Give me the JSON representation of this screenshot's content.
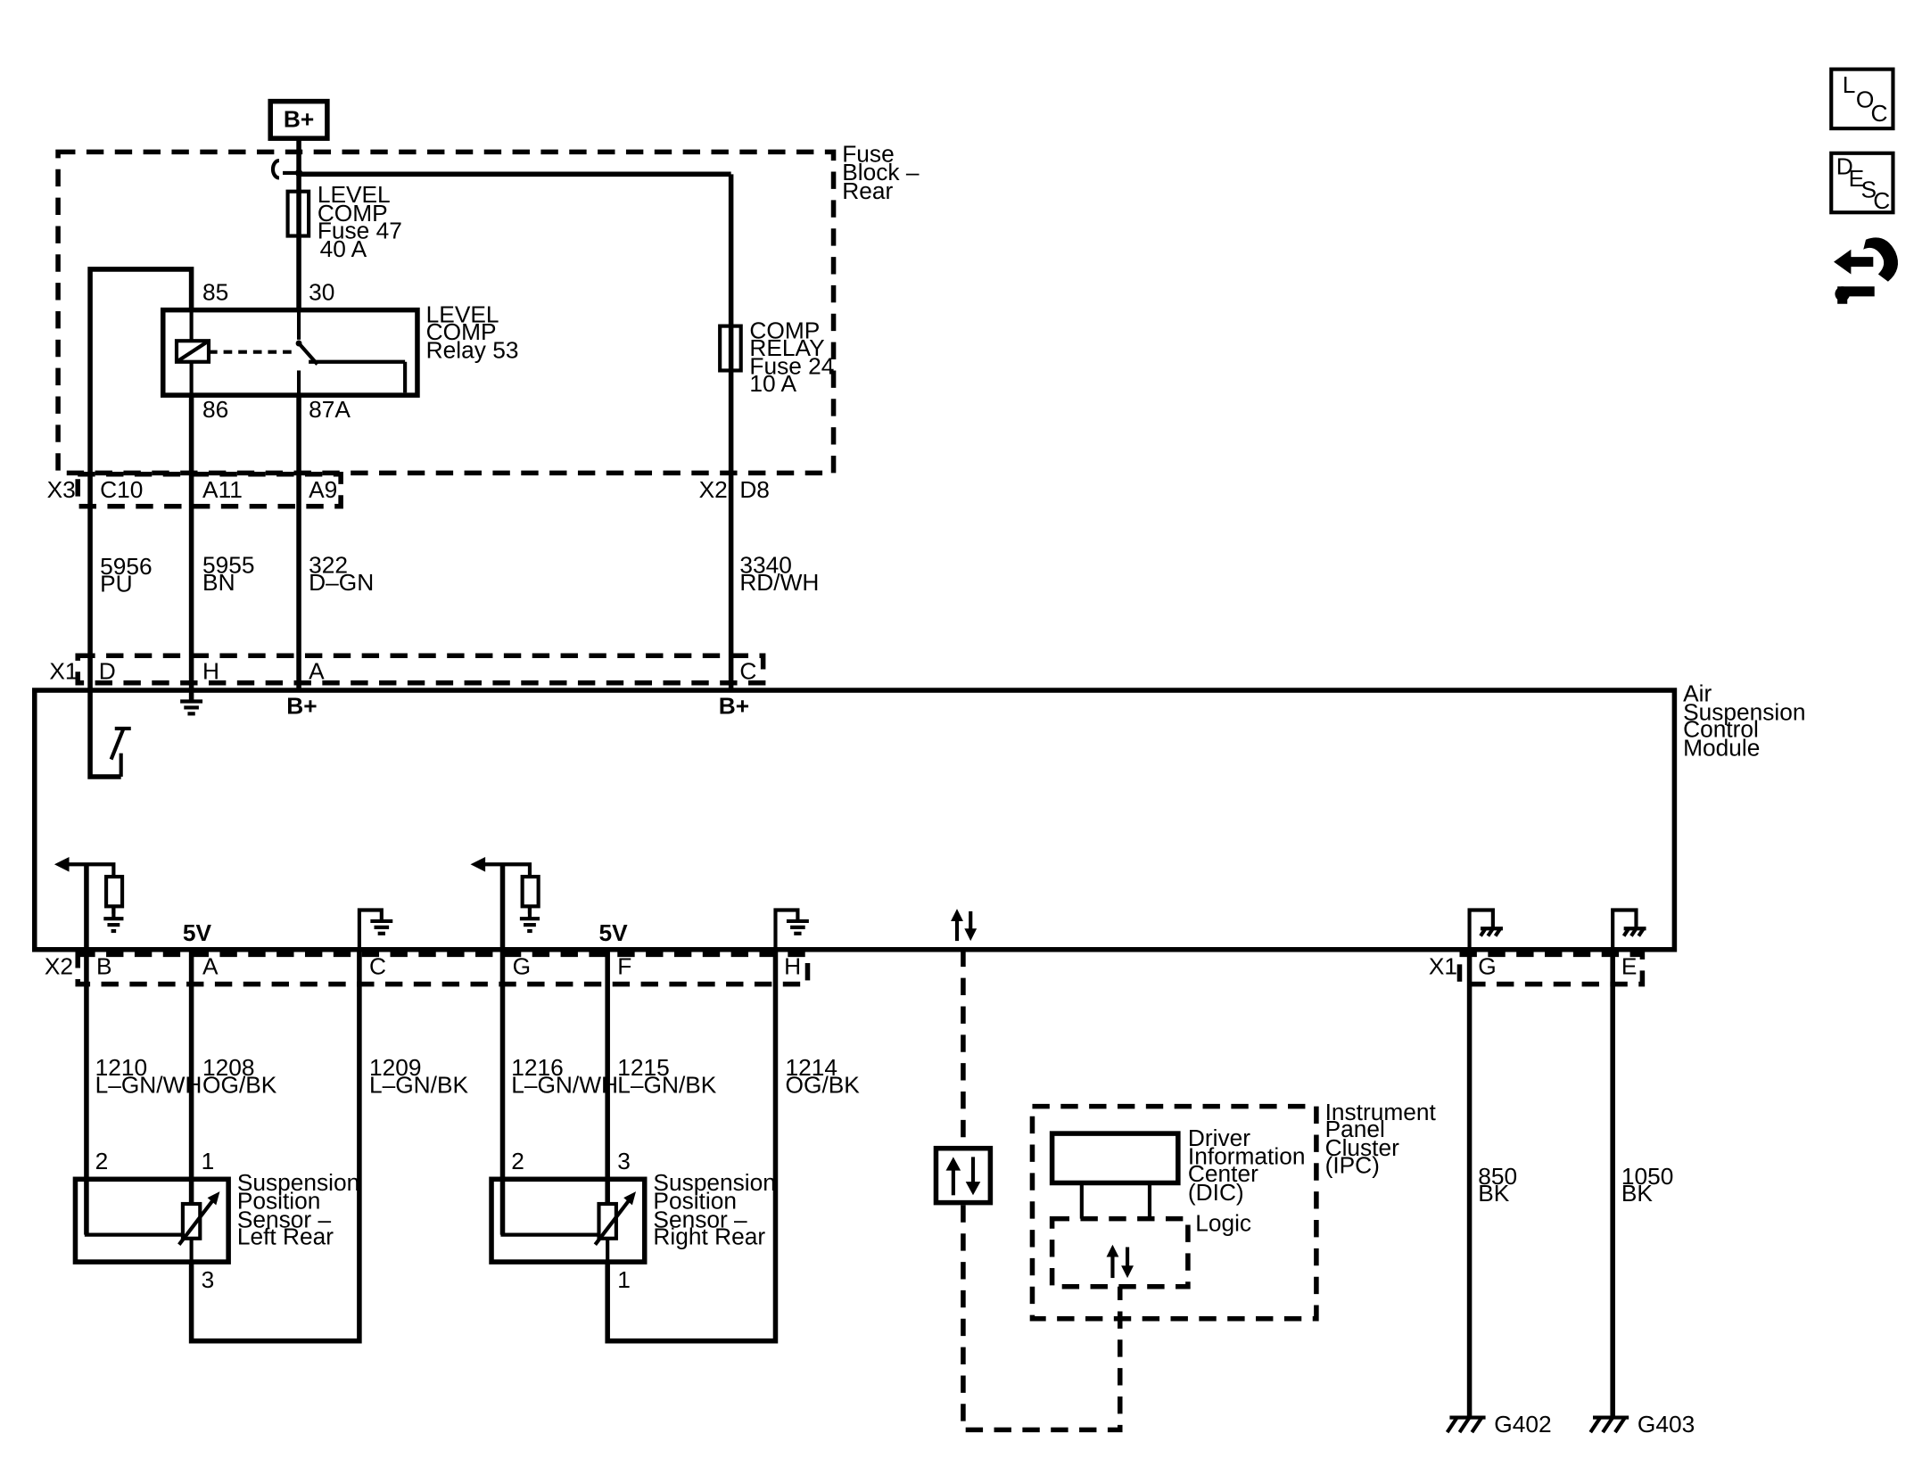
{
  "power": {
    "label": "B+"
  },
  "fuse_block": {
    "label": [
      "Fuse",
      "Block –",
      "Rear"
    ]
  },
  "fuse47": {
    "label": [
      "LEVEL",
      "COMP",
      "Fuse 47",
      "40 A"
    ]
  },
  "fuse24": {
    "label": [
      "COMP",
      "RELAY",
      "Fuse 24",
      "10 A"
    ]
  },
  "relay53": {
    "label": [
      "LEVEL",
      "COMP",
      "Relay 53"
    ],
    "pins": {
      "p85": "85",
      "p30": "30",
      "p86": "86",
      "p87a": "87A"
    }
  },
  "connectors_top": {
    "x3": "X3",
    "c10": "C10",
    "a11": "A11",
    "a9": "A9",
    "x2": "X2",
    "d8": "D8"
  },
  "wires_top": [
    {
      "circuit": "5956",
      "color": "PU"
    },
    {
      "circuit": "5955",
      "color": "BN"
    },
    {
      "circuit": "322",
      "color": "D–GN"
    },
    {
      "circuit": "3340",
      "color": "RD/WH"
    }
  ],
  "module_x1": {
    "x1": "X1",
    "d": "D",
    "h": "H",
    "a": "A",
    "c": "C"
  },
  "module": {
    "label": [
      "Air",
      "Suspension",
      "Control",
      "Module"
    ],
    "bplus": "B+",
    "five_volt": "5V"
  },
  "module_bottom": {
    "x2": "X2",
    "b": "B",
    "a": "A",
    "c": "C",
    "g": "G",
    "f": "F",
    "h": "H",
    "x1": "X1",
    "g2": "G",
    "e": "E"
  },
  "wires_bottom": [
    {
      "circuit": "1210",
      "color": "L–GN/WH"
    },
    {
      "circuit": "1208",
      "color": "OG/BK"
    },
    {
      "circuit": "1209",
      "color": "L–GN/BK"
    },
    {
      "circuit": "1216",
      "color": "L–GN/WH"
    },
    {
      "circuit": "1215",
      "color": "L–GN/BK"
    },
    {
      "circuit": "1214",
      "color": "OG/BK"
    },
    {
      "circuit": "850",
      "color": "BK"
    },
    {
      "circuit": "1050",
      "color": "BK"
    }
  ],
  "sensor_left": {
    "label": [
      "Suspension",
      "Position",
      "Sensor –",
      "Left Rear"
    ],
    "pin_a": "2",
    "pin_b": "1",
    "pin_c": "3"
  },
  "sensor_right": {
    "label": [
      "Suspension",
      "Position",
      "Sensor –",
      "Right Rear"
    ],
    "pin_a": "2",
    "pin_b": "3",
    "pin_c": "1"
  },
  "ipc": {
    "label": [
      "Instrument",
      "Panel",
      "Cluster",
      "(IPC)"
    ],
    "dic": [
      "Driver",
      "Information",
      "Center",
      "(DIC)"
    ],
    "logic": "Logic"
  },
  "grounds": {
    "g402": "G402",
    "g403": "G403"
  },
  "side_icons": {
    "loc": {
      "l": "L",
      "o": "O",
      "c": "C",
      "name": "location-icon"
    },
    "desc": {
      "d": "D",
      "e": "E",
      "s": "S",
      "c": "C",
      "name": "description-icon"
    },
    "connector": {
      "name": "connector-arrow-icon"
    }
  }
}
